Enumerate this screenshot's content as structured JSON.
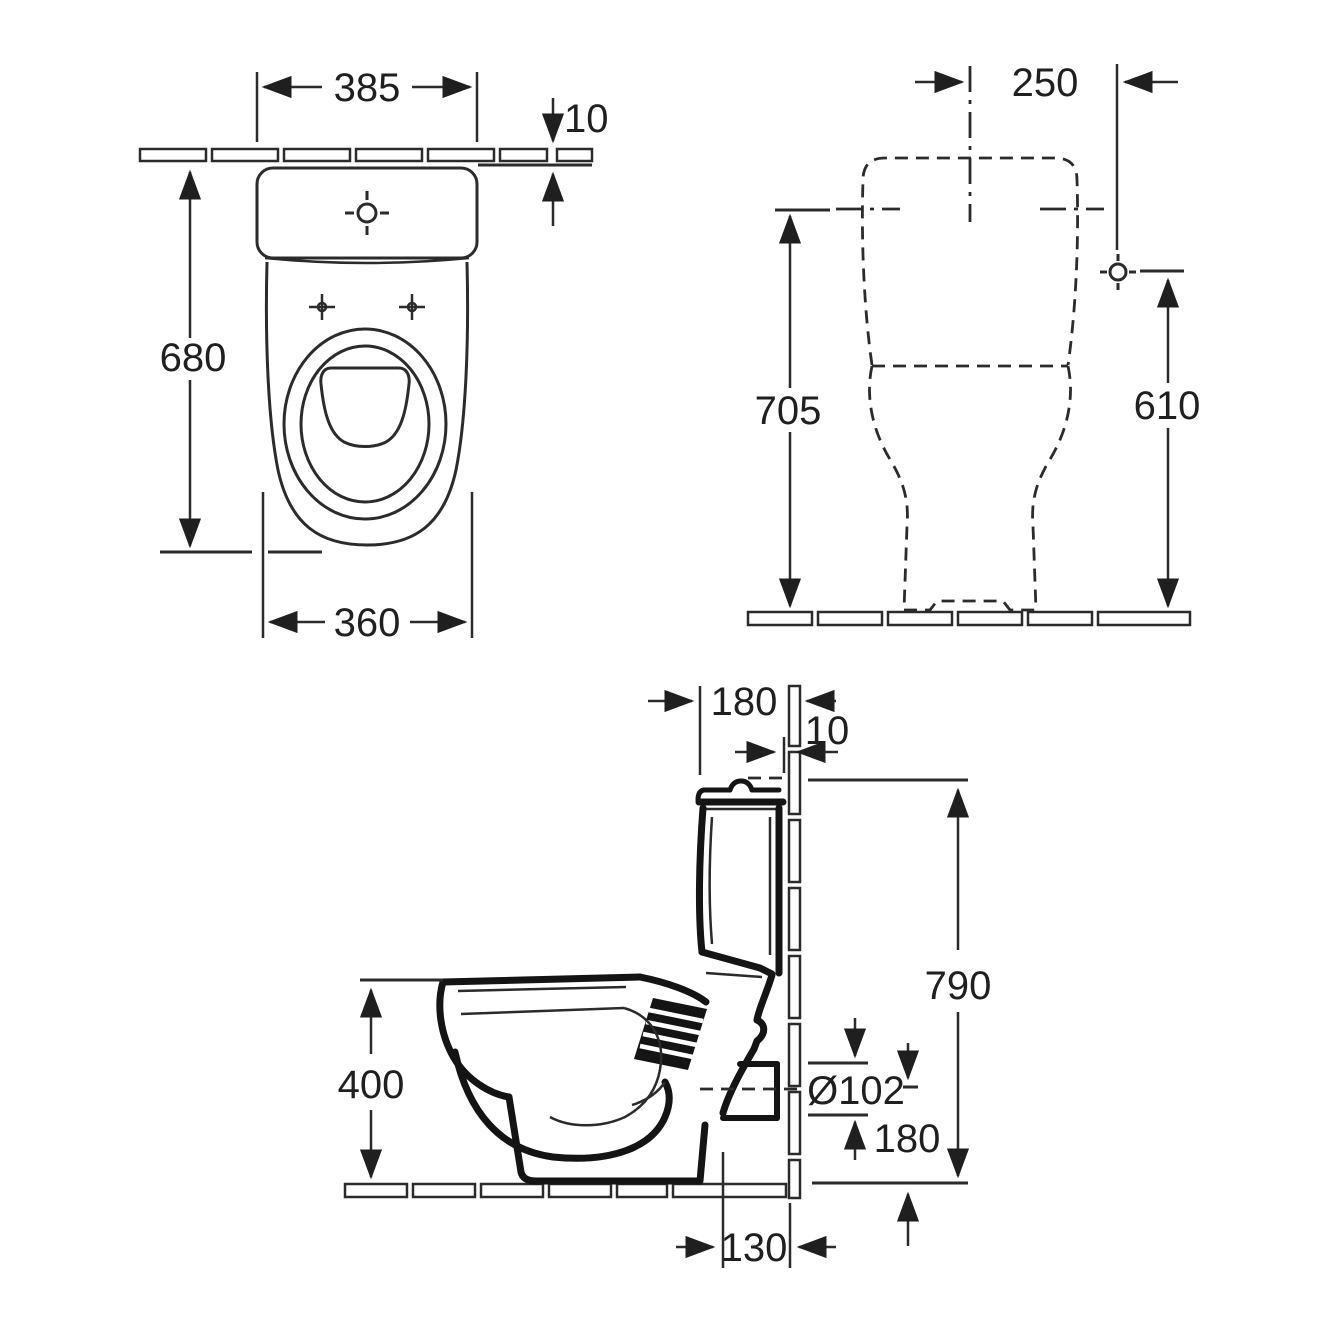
{
  "diagram": {
    "type": "technical-drawing",
    "subject": "close-coupled toilet with cistern, three orthographic views with millimetre dimensions",
    "colors": {
      "line": "#2b2b2b",
      "heavy_line": "#141414",
      "background": "#ffffff"
    },
    "plan": {
      "dims": {
        "cistern_width": "385",
        "tile_thickness": "10",
        "total_depth": "680",
        "bowl_width": "360"
      }
    },
    "rear": {
      "dims": {
        "center_to_fixing": "250",
        "tank_fixing_height": "705",
        "wall_fixing_height": "610"
      }
    },
    "side": {
      "dims": {
        "cistern_depth": "180",
        "tile_thickness": "10",
        "overall_height": "790",
        "bowl_height": "400",
        "outlet_diameter": "Ø102",
        "outlet_center_height": "180",
        "outlet_offset_from_wall": "130"
      }
    }
  }
}
